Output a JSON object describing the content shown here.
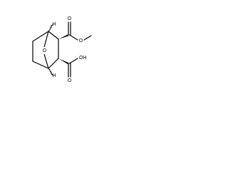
{
  "molecule": {
    "atoms": {
      "bridge_oxygen": "O",
      "top_bridgehead_h": "H",
      "bottom_bridgehead_h": "H",
      "ester_carbonyl_o": "O",
      "ester_single_o": "O",
      "acid_carbonyl_o": "O",
      "acid_hydroxyl": "OH"
    }
  }
}
